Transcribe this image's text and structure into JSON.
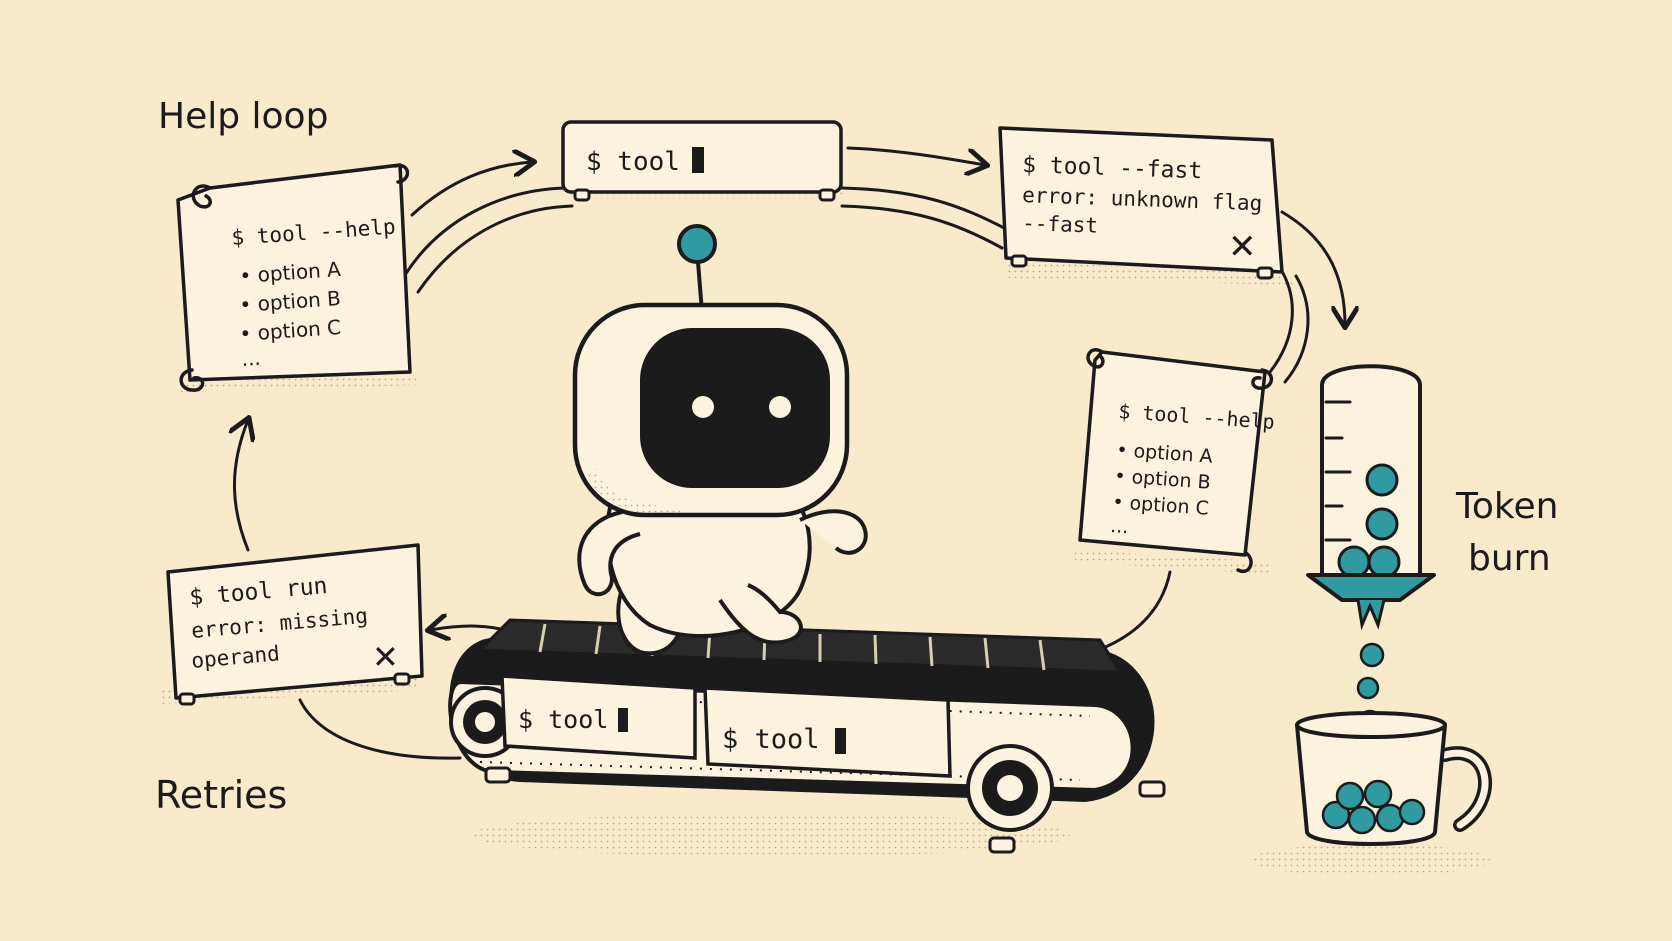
{
  "labels": {
    "help_loop": "Help loop",
    "retries": "Retries",
    "token_burn_1": "Token",
    "token_burn_2": "burn"
  },
  "help_scroll_left": {
    "command": "$ tool --help",
    "options": [
      "• option A",
      "• option B",
      "• option C"
    ],
    "ellipsis": "..."
  },
  "help_scroll_right": {
    "command": "$ tool --help",
    "options": [
      "• option A",
      "• option B",
      "• option C"
    ],
    "ellipsis": "..."
  },
  "terminal_top": {
    "text": "$ tool"
  },
  "error_fast": {
    "line1": "$ tool --fast",
    "line2": "error: unknown flag",
    "line3": "--fast",
    "mark": "✕"
  },
  "error_run": {
    "line1": "$ tool run",
    "line2": "error: missing",
    "line3": "operand",
    "mark": "✕"
  },
  "belt_cards": [
    {
      "text": "$ tool"
    },
    {
      "text": "$ tool"
    }
  ],
  "colors": {
    "background": "#f7ebcc",
    "ink": "#1b1b1b",
    "paper": "#fbf3dd",
    "accent": "#2f9aa0"
  }
}
